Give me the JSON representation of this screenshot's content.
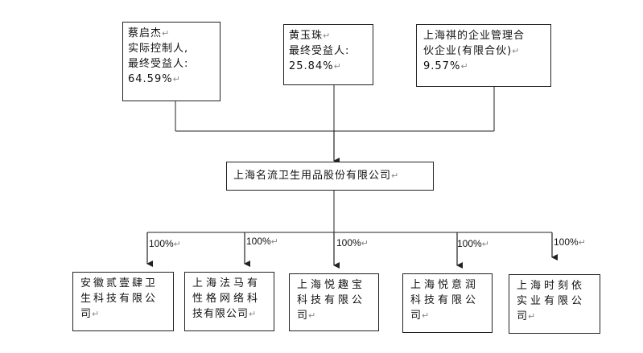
{
  "return_mark": "↵",
  "shareholders": [
    {
      "lines": [
        "蔡启杰",
        "实际控制人,",
        "最终受益人:",
        "64.59%"
      ]
    },
    {
      "lines": [
        "黄玉珠",
        "最终受益人:",
        "25.84%"
      ]
    },
    {
      "lines": [
        "上海祺的企业管理合",
        "伙企业(有限合伙)",
        "9.57%"
      ]
    }
  ],
  "company": {
    "name": "上海名流卫生用品股份有限公司"
  },
  "subsidiaries": [
    {
      "pct": "100%",
      "lines": [
        "安徽贰壹肆卫",
        "生科技有限公",
        "司"
      ]
    },
    {
      "pct": "100%",
      "lines": [
        "上海法马有",
        "性格网络科",
        "技有限公司"
      ]
    },
    {
      "pct": "100%",
      "lines": [
        "上海悦趣宝",
        "科技有限公",
        "司"
      ]
    },
    {
      "pct": "100%",
      "lines": [
        "上海悦意润",
        "科技有限公",
        "司"
      ]
    },
    {
      "pct": "100%",
      "lines": [
        "上海时刻依",
        "实业有限公",
        "司"
      ]
    }
  ]
}
